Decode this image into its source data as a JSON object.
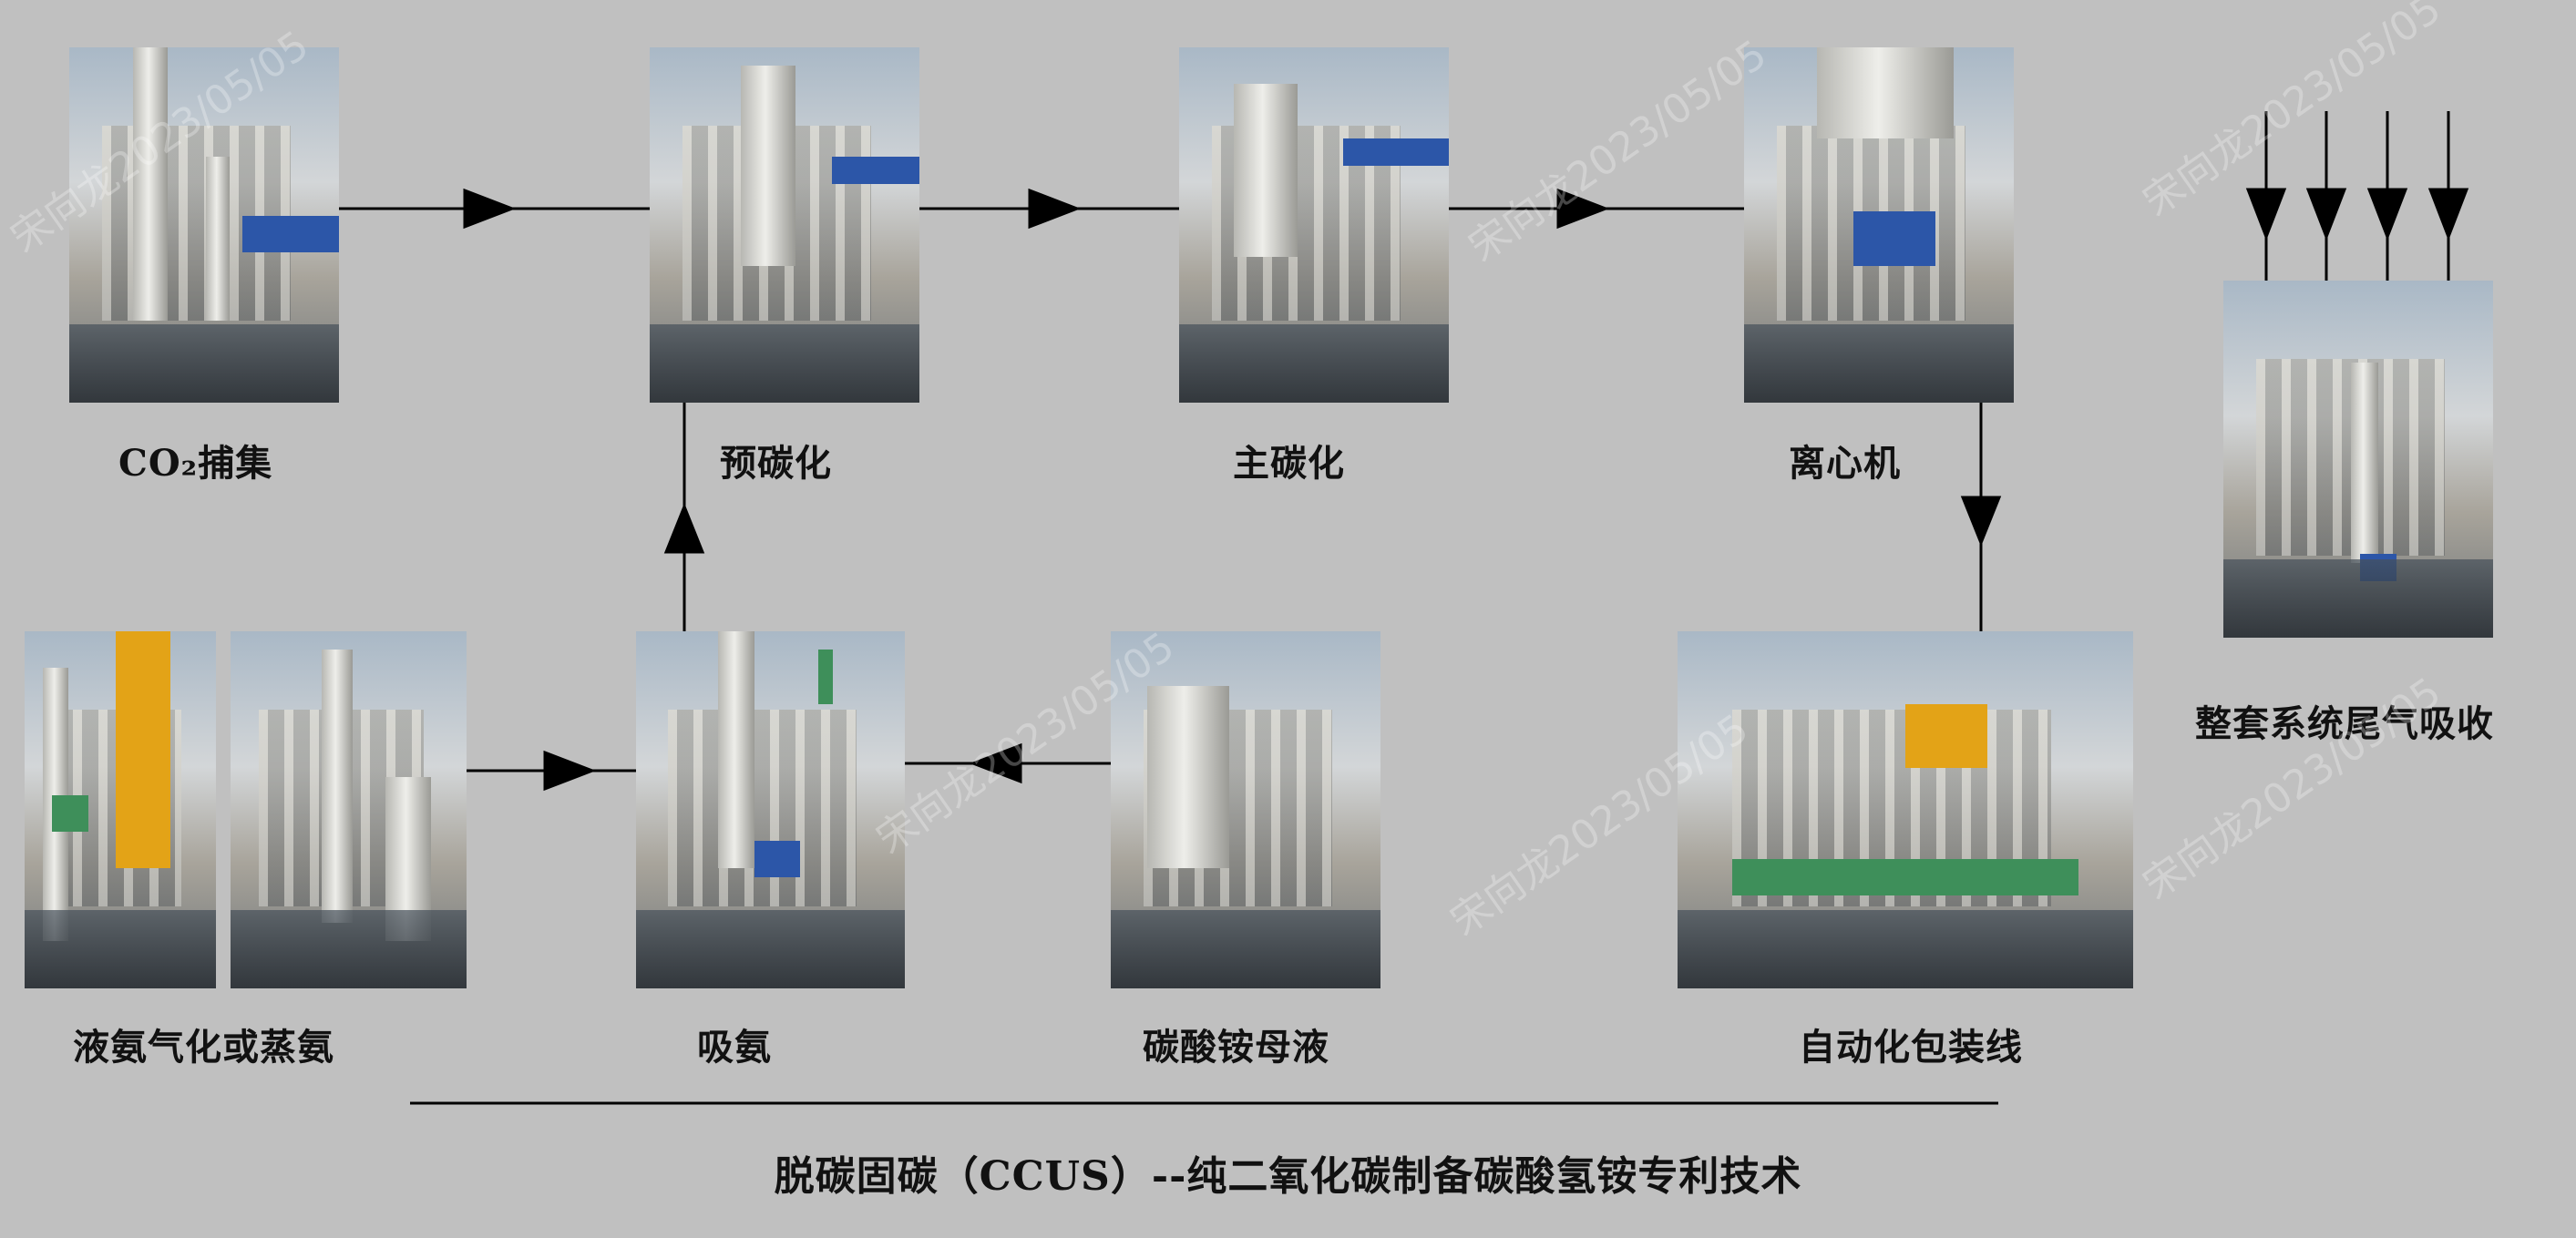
{
  "steps": {
    "co2_capture": "CO₂捕集",
    "pre_carbonation": "预碳化",
    "main_carbonation": "主碳化",
    "centrifuge": "离心机",
    "tail_gas": "整套系统尾气吸收",
    "ammonia_vaporize": "液氨气化或蒸氨",
    "ammonia_absorb": "吸氨",
    "mother_liquor": "碳酸铵母液",
    "packaging": "自动化包装线"
  },
  "footer": {
    "title": "脱碳固碳（CCUS）--纯二氧化碳制备碳酸氢铵专利技术"
  },
  "watermark": "宋向龙2023/05/05"
}
